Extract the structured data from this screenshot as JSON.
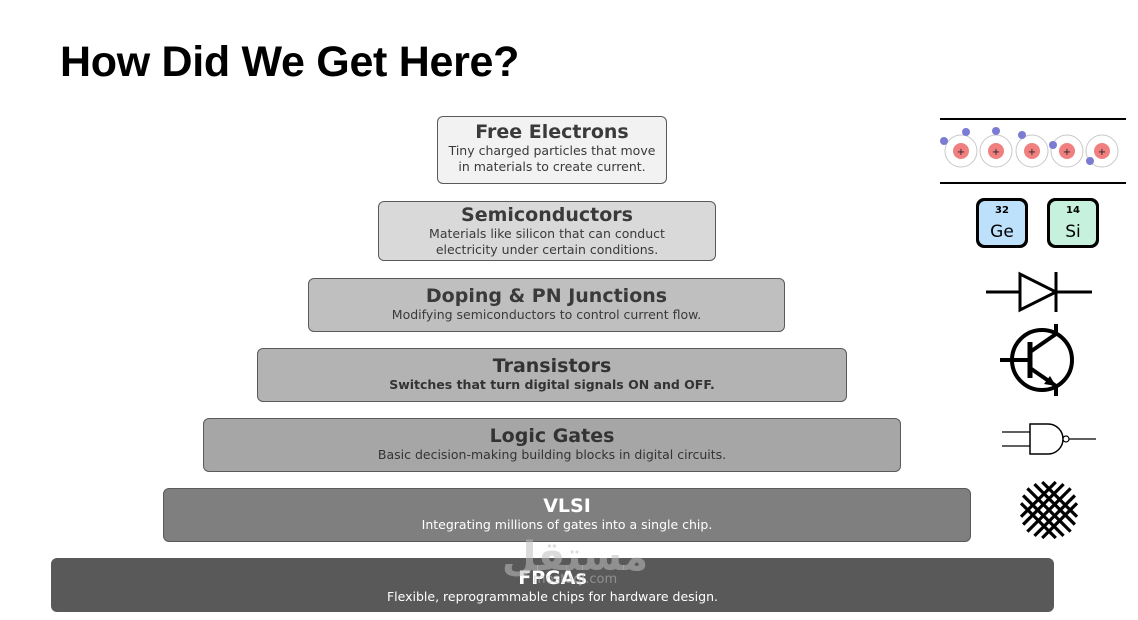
{
  "slide": {
    "title": "How Did We Get Here?"
  },
  "tiers": [
    {
      "title": "Free Electrons",
      "description": "Tiny charged particles that move in materials to create current.",
      "bg": "#f2f2f2",
      "text": "#3a3a3a"
    },
    {
      "title": "Semiconductors",
      "description": "Materials like silicon that can conduct electricity under certain conditions.",
      "bg": "#d9d9d9",
      "text": "#3a3a3a"
    },
    {
      "title": "Doping & PN Junctions",
      "description": "Modifying semiconductors to control current flow.",
      "bg": "#bfbfbf",
      "text": "#3a3a3a"
    },
    {
      "title": "Transistors",
      "description": "Switches that turn digital signals ON and OFF.",
      "bg": "#b3b3b3",
      "text": "#333333"
    },
    {
      "title": "Logic Gates",
      "description": "Basic decision-making building blocks in digital circuits.",
      "bg": "#a6a6a6",
      "text": "#333333"
    },
    {
      "title": "VLSI",
      "description": "Integrating millions of gates into a single chip.",
      "bg": "#7f7f7f",
      "text": "#ffffff"
    },
    {
      "title": "FPGAs",
      "description": "Flexible, reprogrammable chips for hardware design.",
      "bg": "#595959",
      "text": "#ffffff"
    }
  ],
  "elements": [
    {
      "number": "32",
      "symbol": "Ge",
      "color": "#bde0fb"
    },
    {
      "number": "14",
      "symbol": "Si",
      "color": "#c6f2dd"
    }
  ],
  "icons": [
    "free-electrons-icon",
    "periodic-elements-icon",
    "diode-icon",
    "transistor-icon",
    "nand-gate-icon",
    "vlsi-chip-icon"
  ],
  "watermark": {
    "arabic": "مستقل",
    "latin": "mostaql.com"
  }
}
